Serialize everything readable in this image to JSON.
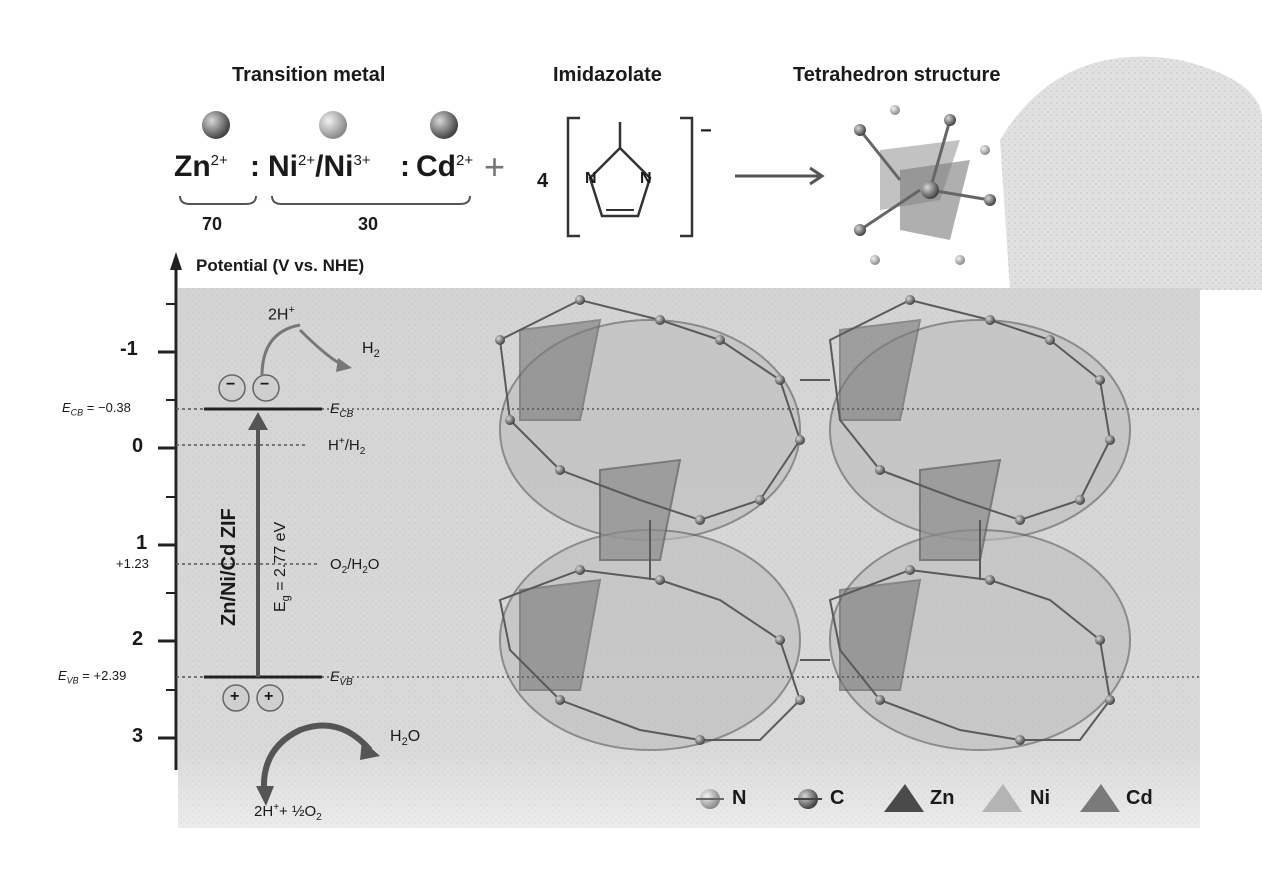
{
  "header": {
    "transition_metal": "Transition metal",
    "imidazolate": "Imidazolate",
    "tetrahedron": "Tetrahedron structure"
  },
  "formula": {
    "zn": "Zn",
    "zn_charge": "2+",
    "sep1": ":",
    "ni": "Ni",
    "ni_charge1": "2+",
    "ni_slash": "/Ni",
    "ni_charge2": "3+",
    "sep2": ":",
    "cd": "Cd",
    "cd_charge": "2+",
    "plus": "+",
    "coef": "4",
    "anion_charge": "−",
    "ratio_zn": "70",
    "ratio_rest": "30",
    "n_left": "N",
    "n_right": "N"
  },
  "band": {
    "axis_title": "Potential (V vs. NHE)",
    "ticks": [
      "-1",
      "0",
      "1",
      "2",
      "3"
    ],
    "h_plus": "2H",
    "h_plus_sup": "+",
    "h2": "H",
    "h2_sub": "2",
    "ecb_label": "E",
    "ecb_sub": "CB",
    "ecb_value": " = −0.38",
    "ecb_right": "E",
    "ecb_right_sub": "CB",
    "hh2": "H",
    "hh2_sup": "+",
    "hh2_rest": "/H",
    "hh2_sub": "2",
    "o2_value": "+1.23",
    "o2": "O",
    "o2_sub": "2",
    "o2_rest": "/H",
    "o2_sub2": "2",
    "o2_end": "O",
    "zif": "Zn/Ni/Cd ZIF",
    "eg": "E",
    "eg_sub": "g",
    "eg_value": " = 2.77 eV",
    "evb_label": "E",
    "evb_sub": "VB",
    "evb_value": " = +2.39",
    "evb_right": "E",
    "evb_right_sub": "VB",
    "electron": "−",
    "hole": "+",
    "h2o": "H",
    "h2o_sub": "2",
    "h2o_end": "O",
    "products": "2H",
    "products_sup": "+",
    "products_rest": "+ ½O",
    "products_sub": "2"
  },
  "legend": {
    "items": [
      "N",
      "C",
      "Zn",
      "Ni",
      "Cd"
    ]
  }
}
